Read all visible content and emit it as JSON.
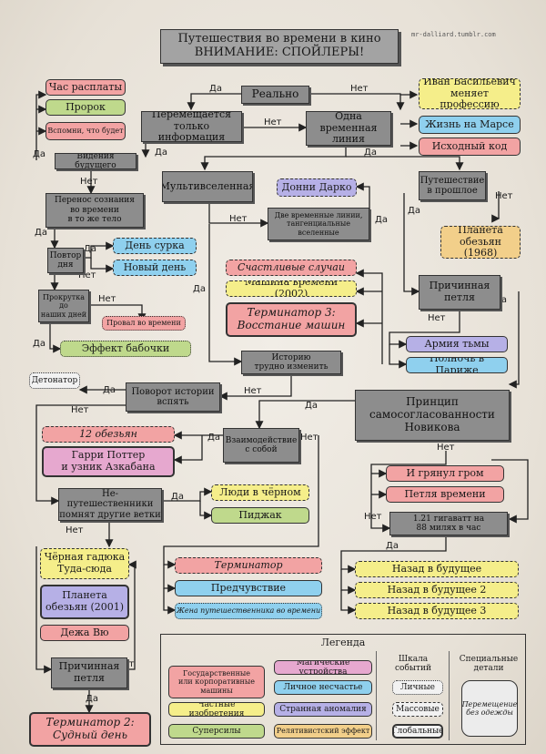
{
  "colors": {
    "red": "#f2a3a3",
    "green": "#bfd98c",
    "blue": "#8fd0ee",
    "yellow": "#f5ee8a",
    "orange": "#f2cf8a",
    "purple": "#b6b0e6",
    "pink": "#e6a8cf",
    "white": "#f2f2f2"
  },
  "watermark": "mr-dalliard.tumblr.com",
  "title_line1": "Путешествия во времени в кино",
  "title_line2": "ВНИМАНИЕ: СПОЙЛЕРЫ!",
  "nodes": {
    "realno": "Реально",
    "info_only": "Перемещается\nтолько информация",
    "one_line": "Одна временная\nлиния",
    "visions": "Видения будущего",
    "multiverse": "Мультивселенная",
    "past_travel": "Путешествие\nв прошлое",
    "consciousness": "Перенос сознания\nво времени\nв то же тело",
    "two_lines": "Две временные линии,\nтангенциальные\nвселенные",
    "repeat_day": "Повтор\nдня",
    "scroll": "Прокрутка\nдо\nнаших дней",
    "causal_loop": "Причинная\nпетля",
    "history_hard": "Историю\nтрудно изменить",
    "turn_history": "Поворот истории\nвспять",
    "novikov": "Принцип\nсамосогласованности\nНовикова",
    "interaction": "Взаимодействие\nс собой",
    "non_travelers": "Не-путешественники\nпомнят другие ветки",
    "gigawatts": "1.21 гигаватт на\n88 милях в час",
    "causal_loop2": "Причинная\nпетля"
  },
  "films": {
    "chas_rasplaty": "Час расплаты",
    "prorok": "Пророк",
    "vspomni": "Вспомни, что будет",
    "ivan": "Иван Васильевич\nменяет профессию",
    "mars": "Жизнь на Марсе",
    "source_code": "Исходный код",
    "donnie": "Донни Дарко",
    "planet68": "Планета\nобезьян (1968)",
    "groundhog": "День сурка",
    "new_day": "Новый день",
    "failure": "Провал во времени",
    "butterfly": "Эффект бабочки",
    "happy": "Счастливые случаи",
    "machine2002": "Машина времени (2002)",
    "t3": "Терминатор 3:\nВосстание машин",
    "army": "Армия тьмы",
    "midnight": "Полночь в Париже",
    "detonator": "Детонатор",
    "monkeys12": "12 обезьян",
    "potter": "Гарри Поттер\nи узник Азкабана",
    "thunder": "И грянул гром",
    "timecrimes": "Петля времени",
    "mib": "Люди в чёрном",
    "jacket": "Пиджак",
    "terminator": "Терминатор",
    "premonition": "Предчувствие",
    "wife": "Жена путешественника во времени",
    "blackadder": "Чёрная гадюка\nТуда-сюда",
    "planet2001": "Планета\nобезьян (2001)",
    "dejavu": "Дежа Вю",
    "bttf1": "Назад в будущее",
    "bttf2": "Назад в будущее 2",
    "bttf3": "Назад в будущее 3",
    "t2": "Терминатор 2:\nСудный день"
  },
  "edge_labels": {
    "yes": "Да",
    "no": "Нет"
  },
  "legend": {
    "title": "Легенда",
    "corporate": "Государственные\nили корпоративные\nмашины",
    "magic": "Магические устройства",
    "private": "Частные изобретения",
    "accident": "Личное несчастье",
    "superpowers": "Суперсилы",
    "anomaly": "Странная аномалия",
    "relativistic": "Релятивистский эффект",
    "scale_title": "Шкала\nсобытий",
    "personal": "Личные",
    "mass": "Массовые",
    "global": "Глобальные",
    "special_title": "Специальные\nдетали",
    "no_clothes": "Перемещение\nбез одежды"
  }
}
